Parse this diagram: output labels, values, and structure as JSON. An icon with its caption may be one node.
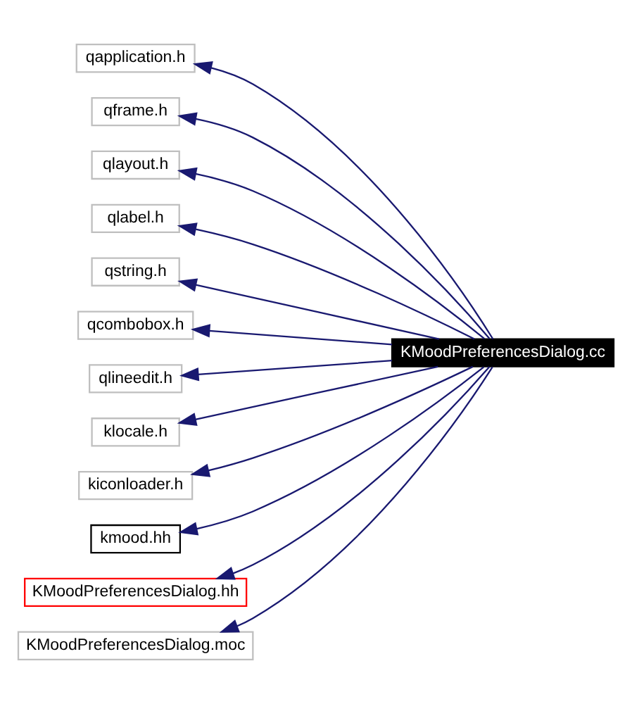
{
  "diagram": {
    "nodes": [
      {
        "text": [
          "KMoodPreferencesDialog.cc"
        ]
      },
      {
        "text": [
          "qapplication.h"
        ]
      },
      {
        "text": [
          "qframe.h"
        ]
      },
      {
        "text": [
          "qlayout.h"
        ]
      },
      {
        "text": [
          "qlabel.h"
        ]
      },
      {
        "text": [
          "qstring.h"
        ]
      },
      {
        "text": [
          "qcombobox.h"
        ]
      },
      {
        "text": [
          "qlineedit.h"
        ]
      },
      {
        "text": [
          "klocale.h"
        ]
      },
      {
        "text": [
          "kiconloader.h"
        ]
      },
      {
        "text": [
          "kmood.hh"
        ]
      },
      {
        "text": [
          "KMoodPreferencesDialog.hh"
        ]
      },
      {
        "text": [
          "KMoodPreferencesDialog.moc"
        ]
      }
    ],
    "edges": [
      {
        "from": 0,
        "to": 1,
        "arrow": "to"
      },
      {
        "from": 0,
        "to": 2,
        "arrow": "to"
      },
      {
        "from": 0,
        "to": 3,
        "arrow": "to"
      },
      {
        "from": 0,
        "to": 4,
        "arrow": "to"
      },
      {
        "from": 0,
        "to": 5,
        "arrow": "to"
      },
      {
        "from": 0,
        "to": 6,
        "arrow": "to"
      },
      {
        "from": 0,
        "to": 7,
        "arrow": "to"
      },
      {
        "from": 0,
        "to": 8,
        "arrow": "to"
      },
      {
        "from": 0,
        "to": 9,
        "arrow": "to"
      },
      {
        "from": 0,
        "to": 10,
        "arrow": "to"
      },
      {
        "from": 0,
        "to": 11,
        "arrow": "to"
      },
      {
        "from": 0,
        "to": 12,
        "arrow": "to"
      }
    ]
  }
}
